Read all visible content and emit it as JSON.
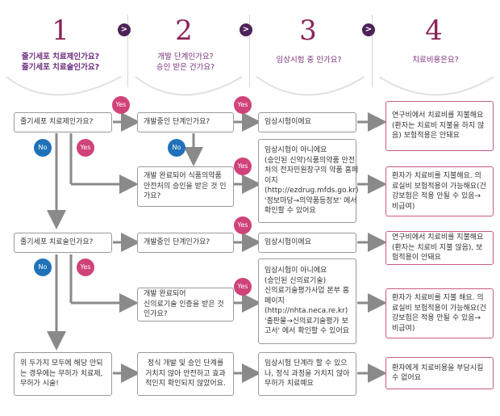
{
  "header": {
    "steps": [
      {
        "num": "1",
        "lines": [
          "줄기세포 치료제인가요?",
          "줄기세포 치료술인가요?"
        ]
      },
      {
        "num": "2",
        "lines": [
          "개발 단계인가요?",
          "승인 받은 건가요?"
        ]
      },
      {
        "num": "3",
        "lines": [
          "임상시험 중 인가요?"
        ]
      },
      {
        "num": "4",
        "lines": [
          "치료비용은요?"
        ]
      }
    ],
    "chevron": ">"
  },
  "badges": {
    "yes": "Yes",
    "no": "No"
  },
  "rows": {
    "q1": "줄기세포 치료제인가요?",
    "q1_dev": "개발중인 단계인가요?",
    "q1_dev_answer": "임상시험이에요",
    "q1_dev_cost": "연구비에서 치료비를 지불해요(환자는 치료비 지불을 하지 않음) 보험적용은 안돼요",
    "q1_approved": "개발 완료되어 식품의약품 안전처의 승인을 받은 것 인가요?",
    "q1_approved_answer": "임상시험이 아니에요\n(승인된 신약)식품의약품 안전처의 전자민원창구의 약품 홈페이지\n(http://ezdrug.mfds.go.kr)\n'정보마당→의약품등정보' 에서 확인할 수 있어요",
    "q1_approved_cost": "환자가 치료비를 지불해요. 의료실비 보험적용이 가능해요(건강보험은 적용 안될 수 있음→비급여)",
    "q2": "줄기세포 치료술인가요?",
    "q2_dev": "개발중인 단계인가요?",
    "q2_dev_answer": "임상시험이에요",
    "q2_dev_cost": "연구비에서 치료비를 지불해요(환자는 치료비 지불 않음), 보험적용이 안돼요",
    "q2_approved": "개발 완료되어\n신의료기술 인증을 받은 것인가요?",
    "q2_approved_answer": "임상시험이 아니에요\n(승인된 신의료기술)\n신의료기술평가사업 본부 홈페이지\n(http://nhta.neca.re.kr)\n'출판물→신의료기술평가 보고서' 에서 확인할 수 있어요",
    "q2_approved_cost": "환자가 치료비를 지불 해요. 의료실비 보험적용이 가능해요(건강보험은 적용 안될 수 있음→비급여)",
    "q3": "위 두가지 모두에 해당 안되는 경우에는 무허가 치료제, 무허가 시술!",
    "q3_step": "정식 개발 및 승인 단계를 거치지 않아 안전하고 효과 적인지 확인되지 않았어요.",
    "q3_answer": "임상시험 단계라 할 수 있으나, 정식 과정을 거치지 않아 무허가 치료예요",
    "q3_cost": "환자에게 치료비용을 부담시킬 수 없어요"
  },
  "colors": {
    "accent": "#8a2458",
    "yes": "#d0427a",
    "no": "#1f72b8",
    "line": "#8a8a8a"
  }
}
